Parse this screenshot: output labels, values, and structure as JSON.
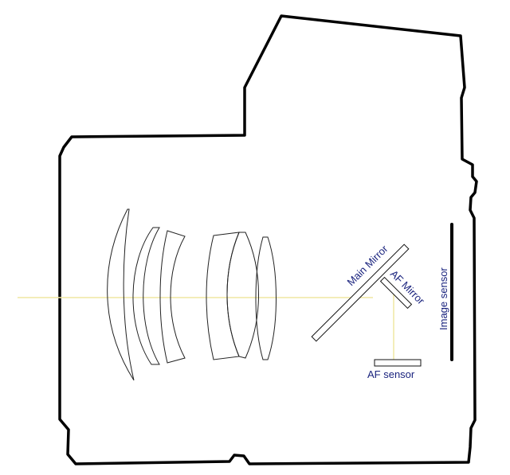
{
  "colors": {
    "background": "#ffffff",
    "body_outline": "#000000",
    "lens_outline": "#222222",
    "light_ray": "#efe7a2",
    "label_text": "#1a237e",
    "sensor": "#000000"
  },
  "labels": {
    "main_mirror": "Main Mirror",
    "af_mirror": "AF Mirror",
    "image_sensor": "Image sensor",
    "af_sensor": "AF sensor"
  },
  "icons": {
    "camera_body": "camera-body-outline-icon",
    "lens_group": "lens-elements-icon"
  }
}
